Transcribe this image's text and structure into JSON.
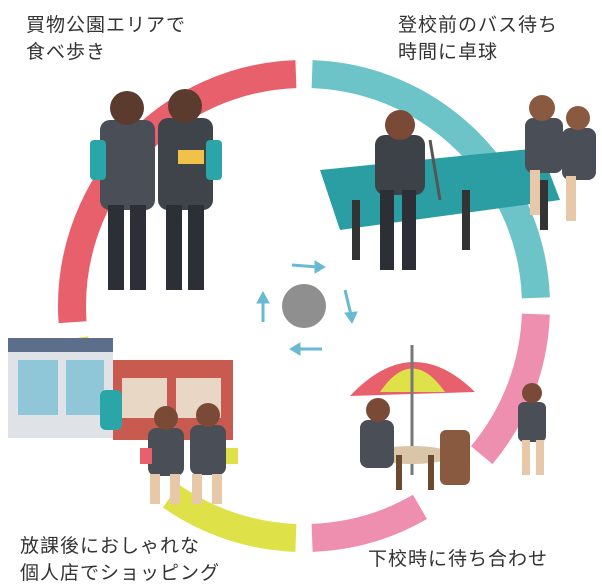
{
  "scenes": [
    {
      "id": "shopping-street",
      "lines": [
        "買物公園エリアで",
        "食べ歩き"
      ]
    },
    {
      "id": "table-tennis",
      "lines": [
        "登校前のバス待ち",
        "時間に卓球"
      ]
    },
    {
      "id": "meetup",
      "lines": [
        "下校時に待ち合わせ"
      ]
    },
    {
      "id": "boutique",
      "lines": [
        "放課後におしゃれな",
        "個人店でショッピング"
      ]
    }
  ],
  "ring_colors": {
    "red": "#e8606b",
    "teal": "#6cc4c9",
    "pink": "#ef8fb0",
    "yellow": "#dfe148"
  },
  "center_colors": {
    "circle": "#8f8f8f",
    "arrows": "#69b9d3"
  }
}
